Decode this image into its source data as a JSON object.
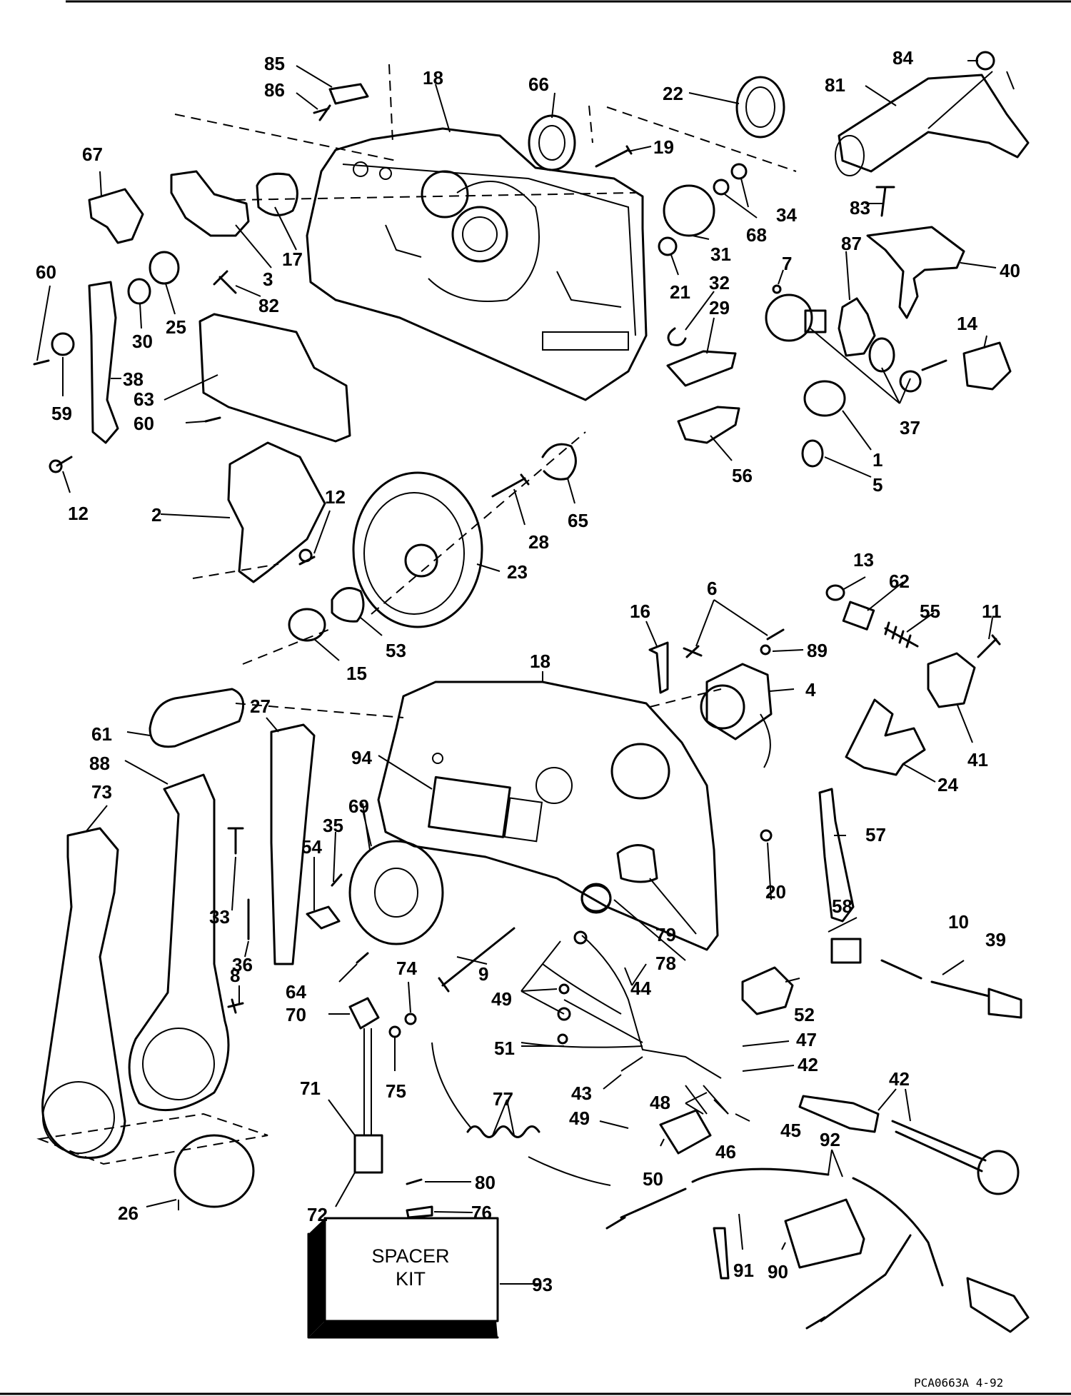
{
  "diagram": {
    "callouts": [
      "1",
      "2",
      "3",
      "4",
      "5",
      "6",
      "7",
      "8",
      "9",
      "10",
      "11",
      "12",
      "12",
      "13",
      "14",
      "15",
      "16",
      "17",
      "18",
      "18",
      "19",
      "20",
      "21",
      "22",
      "23",
      "24",
      "25",
      "26",
      "27",
      "28",
      "29",
      "30",
      "31",
      "32",
      "33",
      "34",
      "35",
      "36",
      "37",
      "38",
      "39",
      "40",
      "41",
      "42",
      "42",
      "43",
      "44",
      "45",
      "46",
      "47",
      "48",
      "49",
      "49",
      "50",
      "51",
      "52",
      "53",
      "54",
      "55",
      "56",
      "57",
      "58",
      "59",
      "60",
      "60",
      "61",
      "62",
      "63",
      "64",
      "65",
      "66",
      "67",
      "68",
      "69",
      "70",
      "71",
      "72",
      "73",
      "74",
      "75",
      "76",
      "77",
      "78",
      "79",
      "80",
      "81",
      "82",
      "83",
      "84",
      "85",
      "86",
      "87",
      "88",
      "89",
      "90",
      "91",
      "92",
      "93",
      "94"
    ],
    "spacer_kit_line1": "SPACER",
    "spacer_kit_line2": "KIT",
    "drawing_code": "PCA0663A  4-92"
  }
}
